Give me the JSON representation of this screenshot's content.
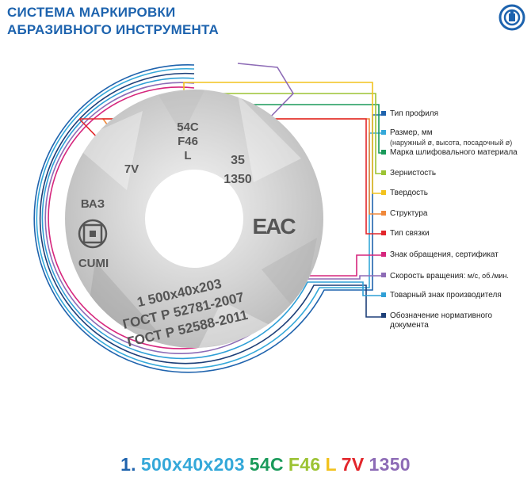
{
  "title": {
    "line1": "СИСТЕМА МАРКИРОВКИ",
    "line2": "АБРАЗИВНОГО ИНСТРУМЕНТА"
  },
  "colors": {
    "title": "#1d63ae",
    "profile": "#1f63ad",
    "size": "#34a8d9",
    "material": "#1a9a5a",
    "grit": "#9cc334",
    "hardness": "#f2c21d",
    "structure": "#f0883a",
    "bond": "#e2262b",
    "sign": "#d6267d",
    "speed": "#8d6bb6",
    "trademark": "#2f9fd6",
    "document": "#1d3f78"
  },
  "wheel": {
    "code_line1": "54C",
    "code_line2": "F46",
    "code_line3": "L",
    "bond": "7V",
    "speed_line1": "35",
    "speed_line2": "1350",
    "factory": "ВАЗ",
    "brand": "CUMI",
    "conformity_mark": "EAC",
    "size_marking": "1 500х40х203",
    "gost1": "ГОСТ Р 52781-2007",
    "gost2": "ГОСТ Р 52588-2011"
  },
  "legend": [
    {
      "key": "profile",
      "label": "Тип профиля",
      "sub": "",
      "icon": "square-bullet"
    },
    {
      "key": "size",
      "label": "Размер, мм",
      "sub": "(наружный ø, высота, посадочный ø)",
      "icon": "square-bullet"
    },
    {
      "key": "material",
      "label": "Марка шлифовального материала",
      "sub": "",
      "icon": "square-bullet"
    },
    {
      "key": "grit",
      "label": "Зернистость",
      "sub": "",
      "icon": "square-bullet"
    },
    {
      "key": "hardness",
      "label": "Твердость",
      "sub": "",
      "icon": "square-bullet"
    },
    {
      "key": "structure",
      "label": "Структура",
      "sub": "",
      "icon": "square-bullet"
    },
    {
      "key": "bond",
      "label": "Тип связки",
      "sub": "",
      "icon": "square-bullet"
    },
    {
      "key": "sign",
      "label": "Знак обращения, сертификат",
      "sub": "",
      "icon": "square-bullet"
    },
    {
      "key": "speed",
      "label": "Скорость вращения:",
      "label_suffix": " м/с, об./мин.",
      "sub": "",
      "icon": "square-bullet"
    },
    {
      "key": "trademark",
      "label": "Товарный знак производителя",
      "sub": "",
      "icon": "square-bullet"
    },
    {
      "key": "document",
      "label": "Обозначение нормативного",
      "sub": "документа",
      "icon": "square-bullet"
    }
  ],
  "bottom_code": [
    {
      "text": "1.",
      "color": "#1f63ad"
    },
    {
      "text": "500х40х203",
      "color": "#34a8d9"
    },
    {
      "text": "54C",
      "color": "#1a9a5a"
    },
    {
      "text": "F46",
      "color": "#9cc334"
    },
    {
      "text": "L",
      "color": "#f2c21d"
    },
    {
      "text": "7V",
      "color": "#e2262b"
    },
    {
      "text": "1350",
      "color": "#8d6bb6"
    }
  ],
  "logo_icon": "company-logo-icon"
}
